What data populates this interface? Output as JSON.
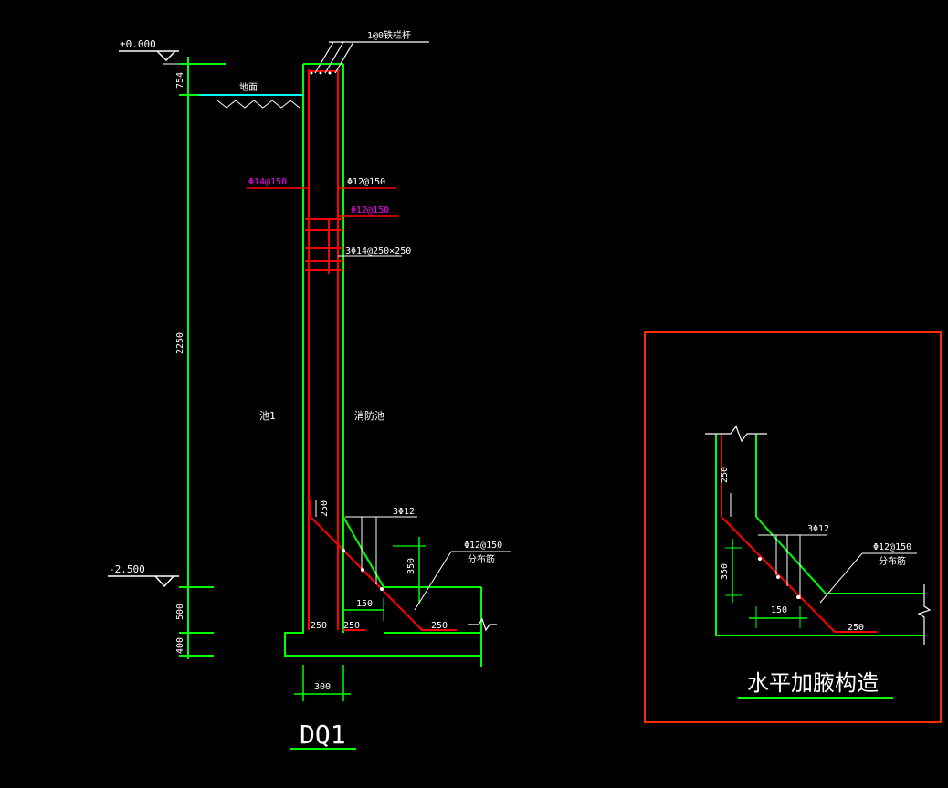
{
  "drawing": {
    "title": "DQ1",
    "detail_title": "水平加腋构造",
    "elevation_top": "±0.000",
    "elevation_bottom": "-2.500",
    "top_note": "1@0铁栏杆",
    "dims": {
      "d754": "754",
      "d2250": "2250",
      "d500": "500",
      "d400": "400",
      "d250_haunch": "250",
      "d350": "350",
      "d150": "150",
      "d250_a": "250",
      "d250_b": "250",
      "d250_c": "250",
      "d300": "300"
    },
    "labels": {
      "soil": "地面",
      "pool_left": "池1",
      "pool_right": "消防池",
      "rebar_left": "Φ14@150",
      "rebar_right_1": "Φ12@150",
      "rebar_right_2": "Φ12@150",
      "stirrup": "3Φ14@250×250",
      "haunch_bars": "3Φ12",
      "haunch_dist": "Φ12@150",
      "haunch_dist_note": "分布筋"
    },
    "detail": {
      "d250_top": "250",
      "d350": "350",
      "d150": "150",
      "d250_bottom": "250",
      "haunch_bars": "3Φ12",
      "haunch_dist": "Φ12@150",
      "haunch_dist_note": "分布筋"
    },
    "colors": {
      "green": "#00ff00",
      "red": "#ff0000",
      "white": "#ffffff",
      "magenta": "#ff00ff",
      "cyan": "#00ffff",
      "frame": "#ff2a00"
    }
  }
}
